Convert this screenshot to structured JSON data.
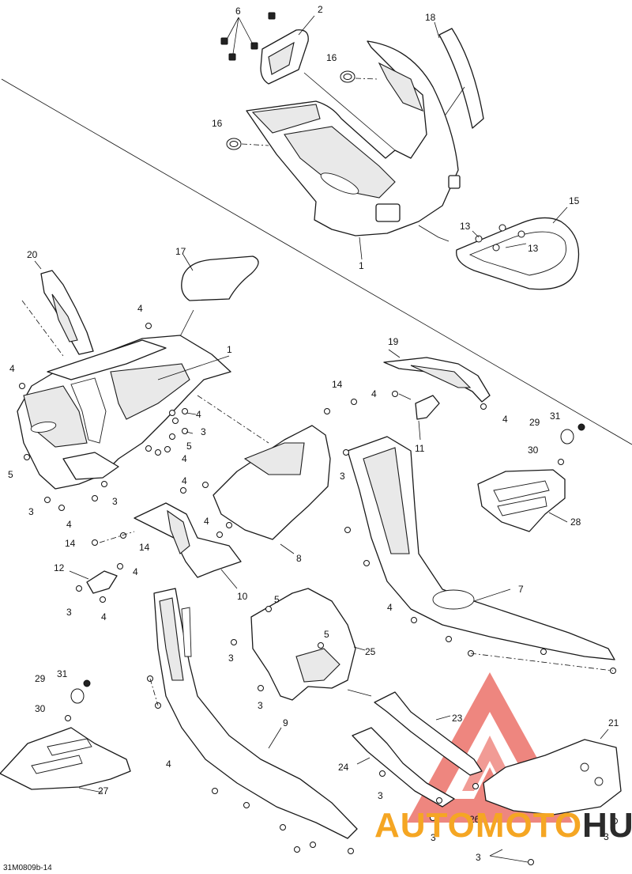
{
  "ref_code": "31M0809b-14",
  "watermark": {
    "text_a": "AUTOMOTO",
    "text_b": "HUB",
    "color_a": "#f5a623",
    "color_b": "#2b2b2b",
    "logo_color": "#e8584f"
  },
  "callouts": [
    {
      "id": "c6",
      "label": "6"
    },
    {
      "id": "c2",
      "label": "2"
    },
    {
      "id": "c18",
      "label": "18"
    },
    {
      "id": "c16a",
      "label": "16"
    },
    {
      "id": "c16b",
      "label": "16"
    },
    {
      "id": "c15",
      "label": "15"
    },
    {
      "id": "c13a",
      "label": "13"
    },
    {
      "id": "c13b",
      "label": "13"
    },
    {
      "id": "c1a",
      "label": "1"
    },
    {
      "id": "c20",
      "label": "20"
    },
    {
      "id": "c17",
      "label": "17"
    },
    {
      "id": "c4a",
      "label": "4"
    },
    {
      "id": "c1b",
      "label": "1"
    },
    {
      "id": "c4b",
      "label": "4"
    },
    {
      "id": "c14a",
      "label": "14"
    },
    {
      "id": "c19",
      "label": "19"
    },
    {
      "id": "c4c",
      "label": "4"
    },
    {
      "id": "c4d",
      "label": "4"
    },
    {
      "id": "c4e",
      "label": "4"
    },
    {
      "id": "c3a",
      "label": "3"
    },
    {
      "id": "c5a",
      "label": "5"
    },
    {
      "id": "c4f",
      "label": "4"
    },
    {
      "id": "c5b",
      "label": "5"
    },
    {
      "id": "c3b",
      "label": "3"
    },
    {
      "id": "c3c",
      "label": "3"
    },
    {
      "id": "c4g",
      "label": "4"
    },
    {
      "id": "c11",
      "label": "11"
    },
    {
      "id": "c29a",
      "label": "29"
    },
    {
      "id": "c31a",
      "label": "31"
    },
    {
      "id": "c30a",
      "label": "30"
    },
    {
      "id": "c3d",
      "label": "3"
    },
    {
      "id": "c4h",
      "label": "4"
    },
    {
      "id": "c4i",
      "label": "4"
    },
    {
      "id": "c14b",
      "label": "14"
    },
    {
      "id": "c14c",
      "label": "14"
    },
    {
      "id": "c28",
      "label": "28"
    },
    {
      "id": "c8",
      "label": "8"
    },
    {
      "id": "c12",
      "label": "12"
    },
    {
      "id": "c4j",
      "label": "4"
    },
    {
      "id": "c3e",
      "label": "3"
    },
    {
      "id": "c4k",
      "label": "4"
    },
    {
      "id": "c10",
      "label": "10"
    },
    {
      "id": "c7",
      "label": "7"
    },
    {
      "id": "c5c",
      "label": "5"
    },
    {
      "id": "c4l",
      "label": "4"
    },
    {
      "id": "c3f",
      "label": "3"
    },
    {
      "id": "c5d",
      "label": "5"
    },
    {
      "id": "c25",
      "label": "25"
    },
    {
      "id": "c31b",
      "label": "31"
    },
    {
      "id": "c29b",
      "label": "29"
    },
    {
      "id": "c30b",
      "label": "30"
    },
    {
      "id": "c3g",
      "label": "3"
    },
    {
      "id": "c23",
      "label": "23"
    },
    {
      "id": "c21",
      "label": "21"
    },
    {
      "id": "c9",
      "label": "9"
    },
    {
      "id": "c24",
      "label": "24"
    },
    {
      "id": "c4m",
      "label": "4"
    },
    {
      "id": "c27",
      "label": "27"
    },
    {
      "id": "c3h",
      "label": "3"
    },
    {
      "id": "c26",
      "label": "26"
    },
    {
      "id": "c3i",
      "label": "3"
    },
    {
      "id": "c3j",
      "label": "3"
    },
    {
      "id": "c3k",
      "label": "3"
    }
  ]
}
